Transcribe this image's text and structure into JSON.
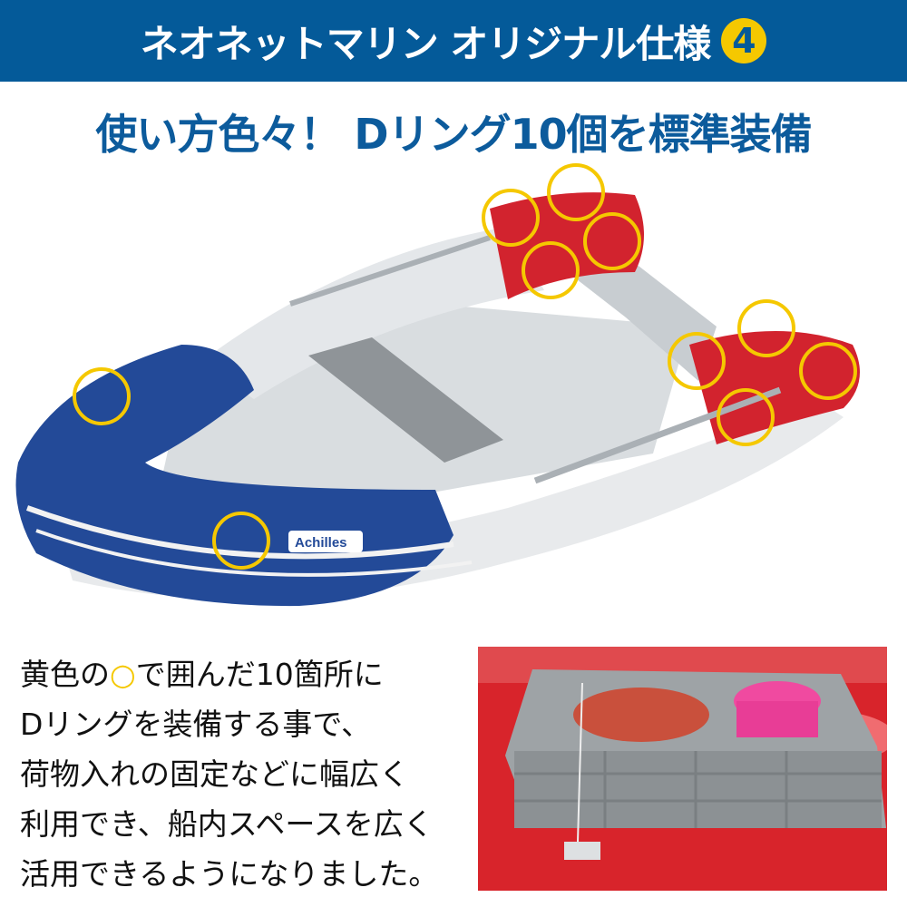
{
  "header": {
    "title": "ネオネットマリン オリジナル仕様",
    "badge": "4"
  },
  "subtitle": "使い方色々！ Dリング10個を標準装備",
  "boat": {
    "brand_logo": "Achilles",
    "d_ring_count": 10
  },
  "description": {
    "lines": [
      {
        "before": "黄色の",
        "mark": "○",
        "after": "で囲んだ10箇所に"
      },
      {
        "text": "Dリングを装備する事で、"
      },
      {
        "text": "荷物入れの固定などに幅広く"
      },
      {
        "text": "利用でき、船内スペースを広く"
      },
      {
        "text": "活用できるようになりました。"
      }
    ]
  },
  "colors": {
    "header_bg": "#045a99",
    "highlight": "#f5c800",
    "title_text": "#0c5b9c"
  }
}
